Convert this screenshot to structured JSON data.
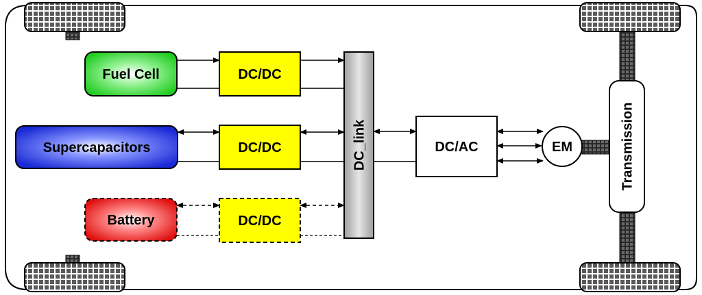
{
  "diagram": {
    "sources": {
      "fuel_cell": "Fuel Cell",
      "supercapacitors": "Supercapacitors",
      "battery": "Battery"
    },
    "converters": {
      "dcdc_fuel_cell": "DC/DC",
      "dcdc_supercap": "DC/DC",
      "dcdc_battery": "DC/DC",
      "dcac": "DC/AC"
    },
    "dc_link": "DC_link",
    "motor": "EM",
    "transmission": "Transmission",
    "colors": {
      "fuel_cell": "#22cc22",
      "supercapacitors": "#1a2ad6",
      "battery": "#e01010",
      "converter": "#ffff00",
      "dc_link": "#bfbfbf"
    }
  }
}
